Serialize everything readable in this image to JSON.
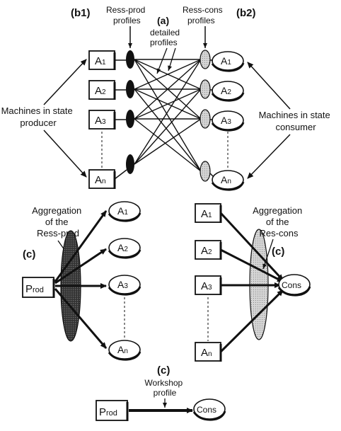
{
  "top": {
    "b1": "(b1)",
    "b2": "(b2)",
    "a": "(a)",
    "ress_prod_line1": "Ress-prod",
    "ress_prod_line2": "profiles",
    "ress_cons_line1": "Ress-cons",
    "ress_cons_line2": "profiles",
    "detailed_line1": "detailed",
    "detailed_line2": "profiles",
    "machines_producer_line1": "Machines in state",
    "machines_producer_line2": "producer",
    "machines_consumer_line1": "Machines in state",
    "machines_consumer_line2": "consumer"
  },
  "machines": {
    "a1": {
      "main": "A",
      "sub": "1"
    },
    "a2": {
      "main": "A",
      "sub": "2"
    },
    "a3": {
      "main": "A",
      "sub": "3"
    },
    "an": {
      "main": "A",
      "sub": "n"
    }
  },
  "middle": {
    "agg_prod_line1": "Aggregation",
    "agg_prod_line2": "of the",
    "agg_prod_line3": "Ress-prod",
    "agg_cons_line1": "Aggregation",
    "agg_cons_line2": "of the",
    "agg_cons_line3": "Res-cons",
    "c_left": "(c)",
    "c_right": "(c)",
    "prod_main": "P",
    "prod_rest": "rod",
    "cons": "Cons"
  },
  "bottom": {
    "c": "(c)",
    "workshop_line1": "Workshop",
    "workshop_line2": "profile",
    "prod_main": "P",
    "prod_rest": "rod",
    "cons": "Cons"
  }
}
